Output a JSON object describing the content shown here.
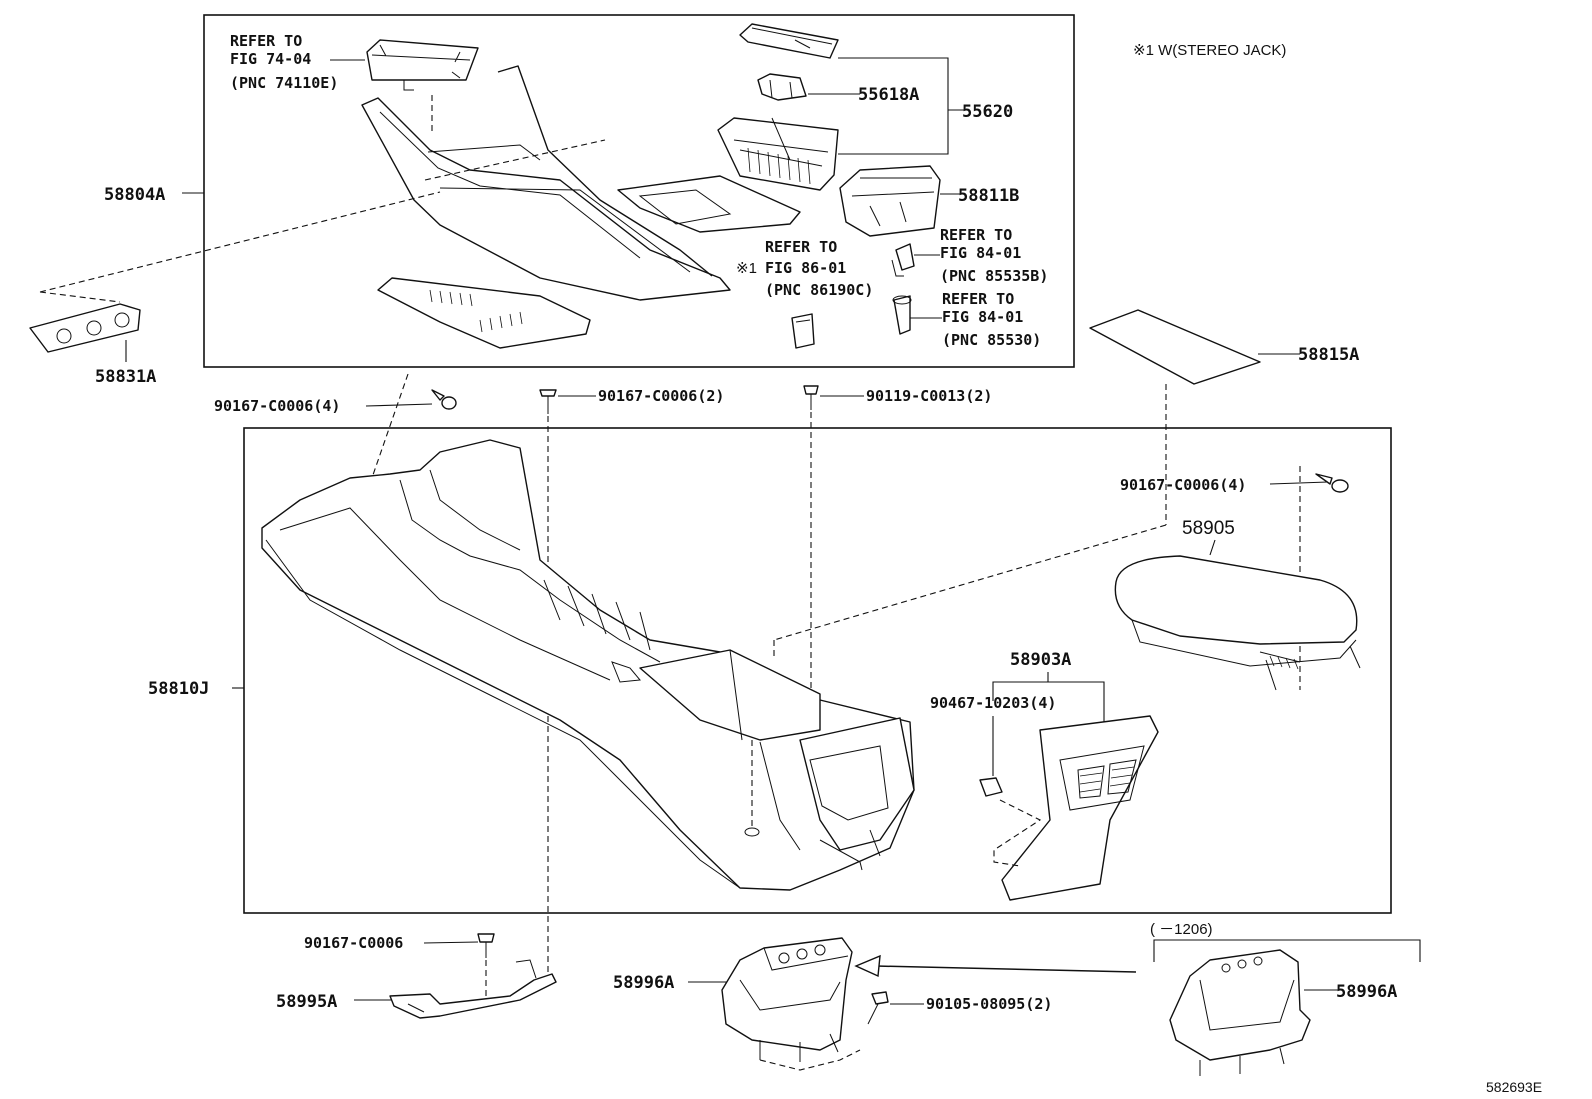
{
  "note_stereo": "※1 W(STEREO JACK)",
  "figure_code": "582693E",
  "refs": {
    "fig7404": [
      "REFER TO",
      "FIG 74-04",
      "(PNC 74110E)"
    ],
    "fig8601": [
      "REFER TO",
      "FIG 86-01",
      "(PNC 86190C)"
    ],
    "fig8601_mark": "※1",
    "fig8401a": [
      "REFER TO",
      "FIG 84-01",
      "(PNC 85535B)"
    ],
    "fig8401b": [
      "REFER TO",
      "FIG 84-01",
      "(PNC 85530)"
    ]
  },
  "parts": {
    "p55618A": "55618A",
    "p55620": "55620",
    "p58811B": "58811B",
    "p58804A": "58804A",
    "p58831A": "58831A",
    "p58815A": "58815A",
    "p90167_4a": "90167-C0006(4)",
    "p90167_2": "90167-C0006(2)",
    "p90119_2": "90119-C0013(2)",
    "p90167_4b": "90167-C0006(4)",
    "p58905": "58905",
    "p58810J": "58810J",
    "p58903A": "58903A",
    "p90467_4": "90467-10203(4)",
    "p90167": "90167-C0006",
    "p58995A": "58995A",
    "p58996A_1": "58996A",
    "p90105_2": "90105-08095(2)",
    "p58996A_2": "58996A",
    "range": "(    －1206)"
  }
}
